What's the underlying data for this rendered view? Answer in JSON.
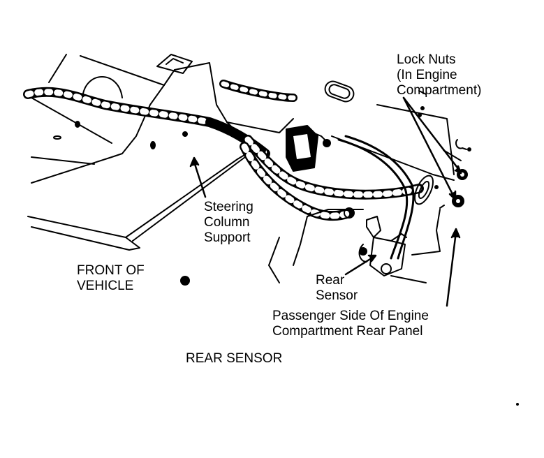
{
  "diagram": {
    "caption": "REAR SENSOR",
    "labels": {
      "lock_nuts": [
        "Lock Nuts",
        "(In Engine",
        "Compartment)"
      ],
      "steering_column": [
        "Steering",
        "Column",
        "Support"
      ],
      "front_of_vehicle": [
        "FRONT OF",
        "VEHICLE"
      ],
      "rear_sensor": [
        "Rear",
        "Sensor"
      ],
      "panel": [
        "Passenger Side Of Engine",
        "Compartment Rear Panel"
      ]
    },
    "colors": {
      "ink": "#000000",
      "paper": "#ffffff"
    }
  }
}
